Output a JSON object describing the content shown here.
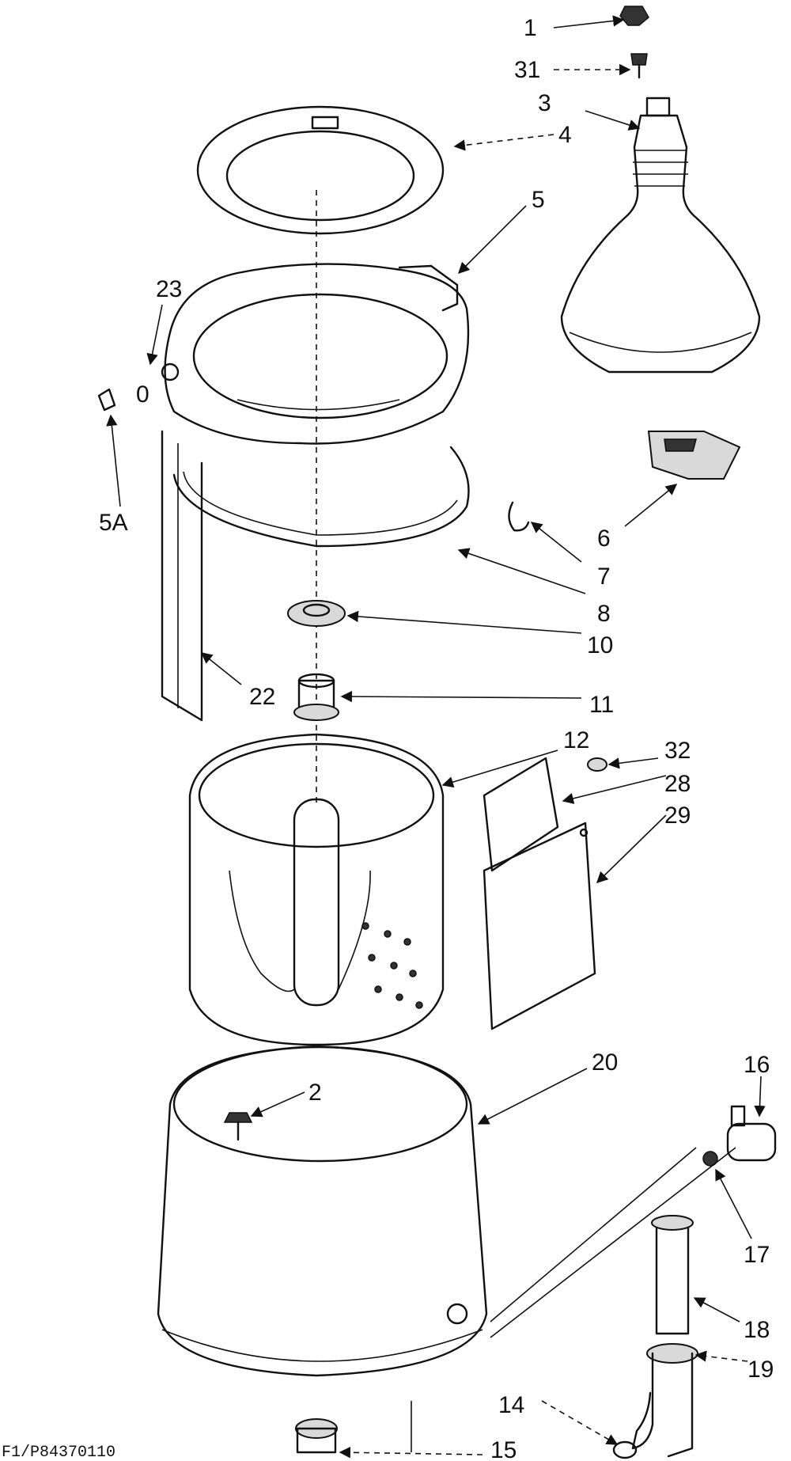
{
  "callouts": {
    "c1": "1",
    "c31": "31",
    "c3": "3",
    "c4": "4",
    "c5": "5",
    "c23": "23",
    "c0": "0",
    "c5a": "5A",
    "c6": "6",
    "c7": "7",
    "c8": "8",
    "c10": "10",
    "c22": "22",
    "c11": "11",
    "c12": "12",
    "c32": "32",
    "c28": "28",
    "c29": "29",
    "c20": "20",
    "c2": "2",
    "c16": "16",
    "c17": "17",
    "c18": "18",
    "c19": "19",
    "c14": "14",
    "c15": "15"
  },
  "identifier": "F1/P84370110"
}
